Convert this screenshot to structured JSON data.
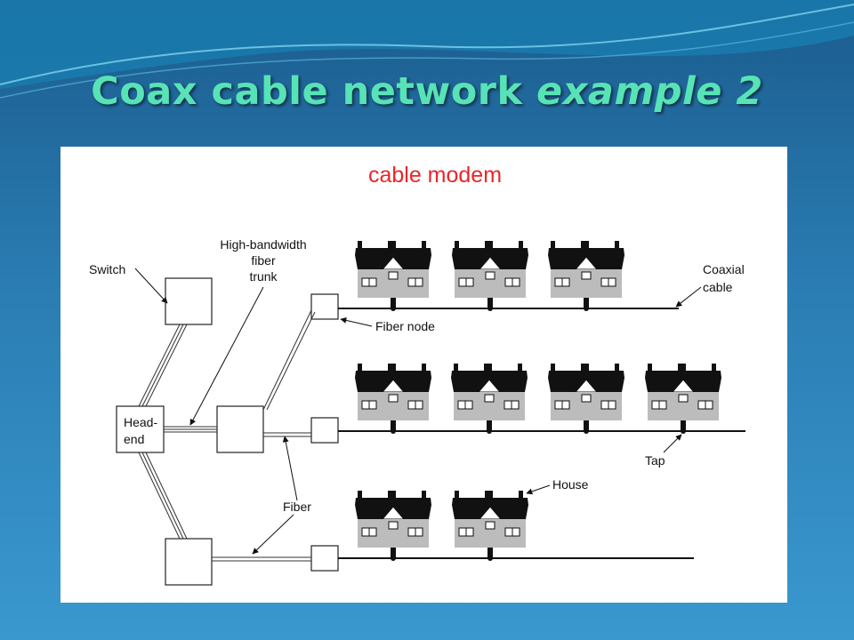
{
  "slide": {
    "title_main": "Coax cable network",
    "title_em": "example 2"
  },
  "diagram": {
    "heading": "cable modem",
    "labels": {
      "switch": "Switch",
      "trunk_line1": "High-bandwidth",
      "trunk_line2": "fiber",
      "trunk_line3": "trunk",
      "headend_line1": "Head-",
      "headend_line2": "end",
      "fiber_node": "Fiber node",
      "coaxial_line1": "Coaxial",
      "coaxial_line2": "cable",
      "fiber": "Fiber",
      "tap": "Tap",
      "house": "House"
    },
    "rows": [
      {
        "houses": 3
      },
      {
        "houses": 4
      },
      {
        "houses": 2
      }
    ]
  },
  "colors": {
    "title": "#58e3b6",
    "heading": "#e8262a",
    "background_top": "#1b5c8e",
    "background_bottom": "#3a98cf"
  }
}
